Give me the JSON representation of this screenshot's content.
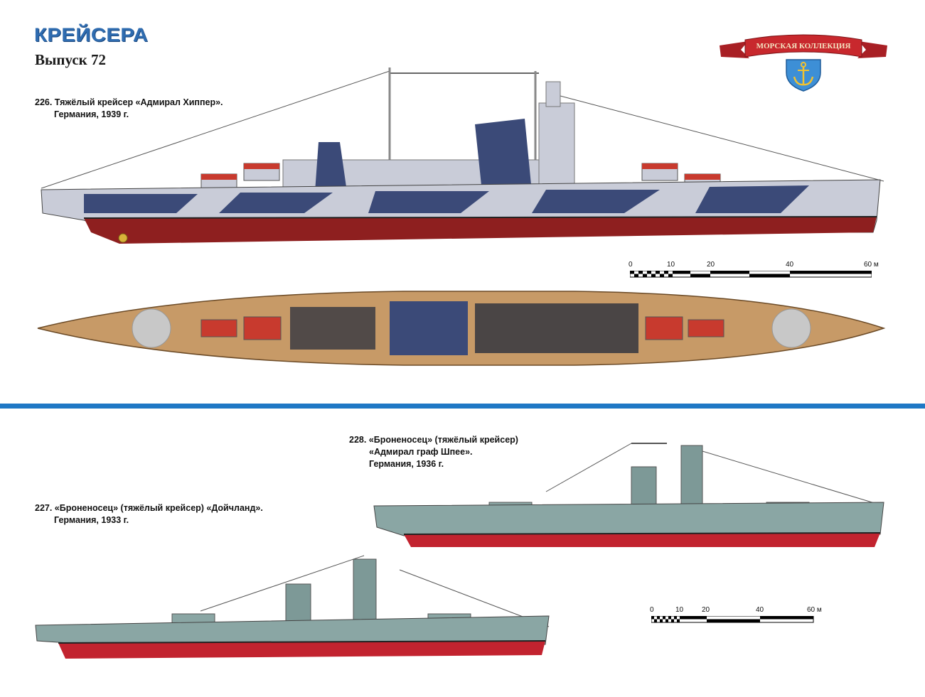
{
  "header": {
    "title": "КРЕЙСЕРА",
    "issue": "Выпуск 72"
  },
  "logo": {
    "ribbon_text": "МОРСКАЯ КОЛЛЕКЦИЯ",
    "emblem": "anchor-icon",
    "colors": {
      "ribbon": "#c8282d",
      "shield": "#3d8fd6",
      "anchor": "#f2c230"
    }
  },
  "ships": [
    {
      "caption_line1": "226. Тяжёлый крейсер «Адмирал Хиппер».",
      "caption_line2": "Германия,  1939 г."
    },
    {
      "caption_line1": "227. «Броненосец» (тяжёлый крейсер) «Дойчланд».",
      "caption_line2": "Германия, 1933 г."
    },
    {
      "caption_line1": "228. «Броненосец» (тяжёлый крейсер)",
      "caption_line2": "«Адмирал граф Шпее».",
      "caption_line3": "Германия, 1936 г."
    }
  ],
  "scales": [
    {
      "ticks": [
        "0",
        "10",
        "20",
        "40",
        "60 м"
      ]
    },
    {
      "ticks": [
        "0",
        "10",
        "20",
        "40",
        "60 м"
      ]
    }
  ],
  "colors": {
    "separator": "#1f78c5",
    "hull_red": "#8e1f1f",
    "camo_dark": "#3b4a78",
    "camo_light": "#c9ccd8",
    "deck_wood": "#c79a67",
    "grey_green": "#8aa6a4"
  }
}
